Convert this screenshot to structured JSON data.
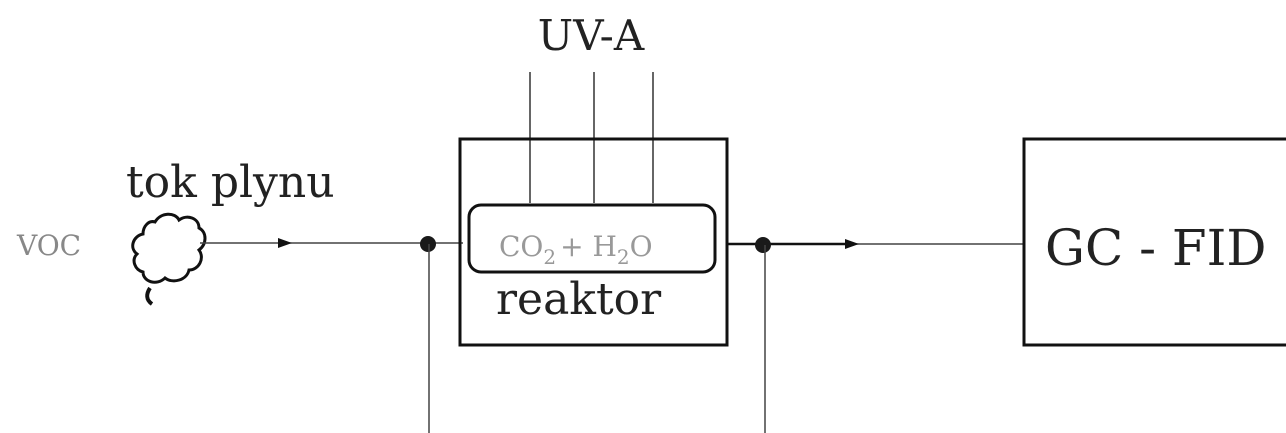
{
  "labels": {
    "uv": "UV-A",
    "flow": "tok plynu",
    "voc": "VOC",
    "reactor": "reaktor",
    "reaction_co": "CO",
    "reaction_plus": "+ H",
    "reaction_o": "O",
    "sub_2": "2",
    "detector": "GC - FID"
  },
  "colors": {
    "line": "#111111",
    "dot": "#1a1a1a",
    "background": "#ffffff"
  }
}
